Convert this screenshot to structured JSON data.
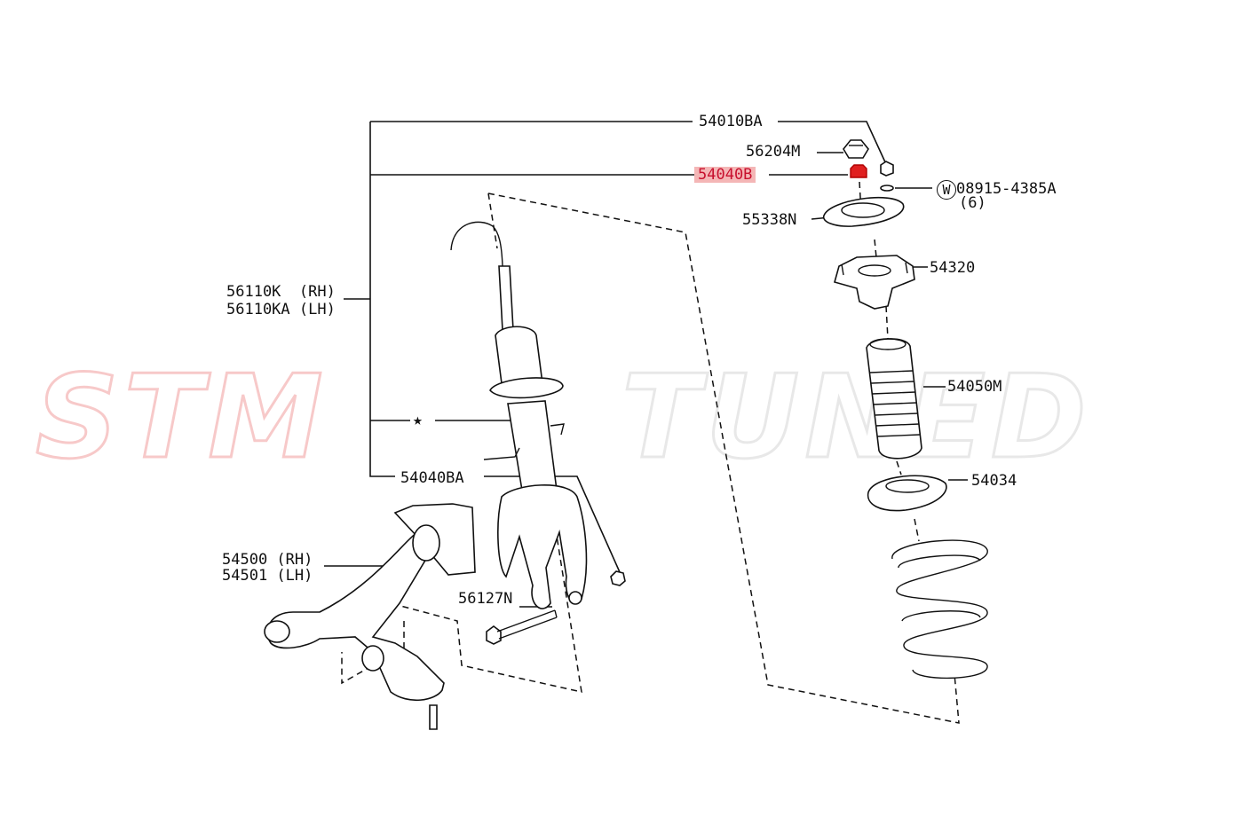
{
  "watermark": {
    "left": "STM",
    "right": "TUNED"
  },
  "callouts": [
    {
      "id": "54010BA",
      "text": "54010BA",
      "highlight": false
    },
    {
      "id": "56204M",
      "text": "56204M",
      "highlight": false
    },
    {
      "id": "54040B",
      "text": "54040B",
      "highlight": true
    },
    {
      "id": "08915-4385A",
      "text": "08915-4385A",
      "highlight": false
    },
    {
      "id": "qty6",
      "text": "(6)",
      "highlight": false
    },
    {
      "id": "W",
      "text": "W",
      "highlight": false
    },
    {
      "id": "55338N",
      "text": "55338N",
      "highlight": false
    },
    {
      "id": "54320",
      "text": "54320",
      "highlight": false
    },
    {
      "id": "56110K",
      "text": "56110K  (RH)",
      "highlight": false
    },
    {
      "id": "56110KA",
      "text": "56110KA (LH)",
      "highlight": false
    },
    {
      "id": "54050M",
      "text": "54050M",
      "highlight": false
    },
    {
      "id": "star",
      "text": "★",
      "highlight": false
    },
    {
      "id": "54040BA",
      "text": "54040BA",
      "highlight": false
    },
    {
      "id": "54034",
      "text": "54034",
      "highlight": false
    },
    {
      "id": "54500",
      "text": "54500 (RH)",
      "highlight": false
    },
    {
      "id": "54501",
      "text": "54501 (LH)",
      "highlight": false
    },
    {
      "id": "56127N",
      "text": "56127N",
      "highlight": false
    }
  ],
  "colors": {
    "line": "#111111",
    "highlight_bg": "#f4b6b6",
    "highlight_text": "#c8102e",
    "watermark_red": "#f7c9c9",
    "watermark_grey": "#e8e8e8"
  }
}
